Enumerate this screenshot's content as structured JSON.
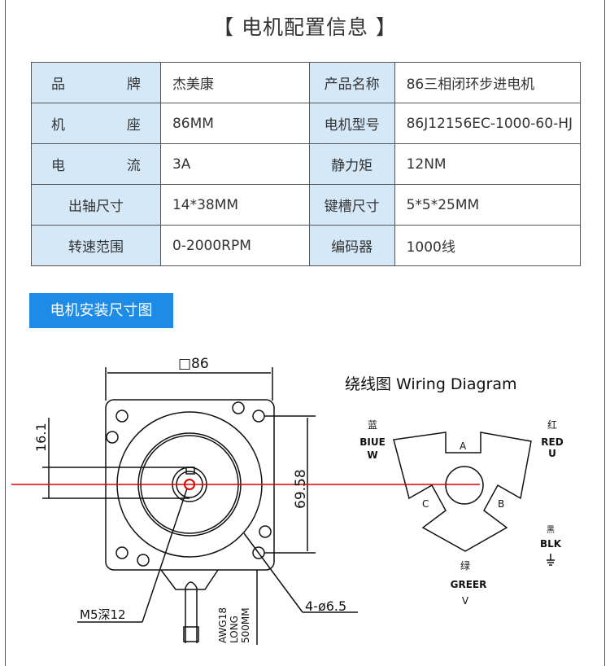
{
  "title": "【 电机配置信息 】",
  "specs": [
    [
      {
        "label": "品　　牌",
        "value": "杰美康"
      },
      {
        "label": "产品名称",
        "value": "86三相闭环步进电机"
      }
    ],
    [
      {
        "label": "机　　座",
        "value": "86MM"
      },
      {
        "label": "电机型号",
        "value": "86J12156EC-1000-60-HJ"
      }
    ],
    [
      {
        "label": "电　　流",
        "value": "3A"
      },
      {
        "label": "静力矩",
        "value": "12NM"
      }
    ],
    [
      {
        "label": "出轴尺寸",
        "value": "14*38MM"
      },
      {
        "label": "键槽尺寸",
        "value": "5*5*25MM"
      }
    ],
    [
      {
        "label": "转速范围",
        "value": "0-2000RPM"
      },
      {
        "label": "编码器",
        "value": "1000线"
      }
    ]
  ],
  "section_label": "电机安装尺寸图",
  "drawing": {
    "width_dim": "□86",
    "offset_dim": "16.1",
    "hole_spacing_dim": "69.58",
    "thread_note": "M5深12",
    "holes_note": "4-ø6.5",
    "cable_note": [
      "AWG18",
      "LONG",
      "500MM"
    ],
    "accent_color": "#e00000"
  },
  "wiring": {
    "title": "绕线图 Wiring Diagram",
    "phases": [
      "A",
      "B",
      "C"
    ],
    "blue": {
      "cn": "蓝",
      "en": "BIUE",
      "phase": "W"
    },
    "red": {
      "cn": "红",
      "en": "RED",
      "phase": "U"
    },
    "green": {
      "cn": "绿",
      "en": "GREER",
      "phase": "V"
    },
    "black": {
      "cn": "黑",
      "en": "BLK"
    }
  }
}
